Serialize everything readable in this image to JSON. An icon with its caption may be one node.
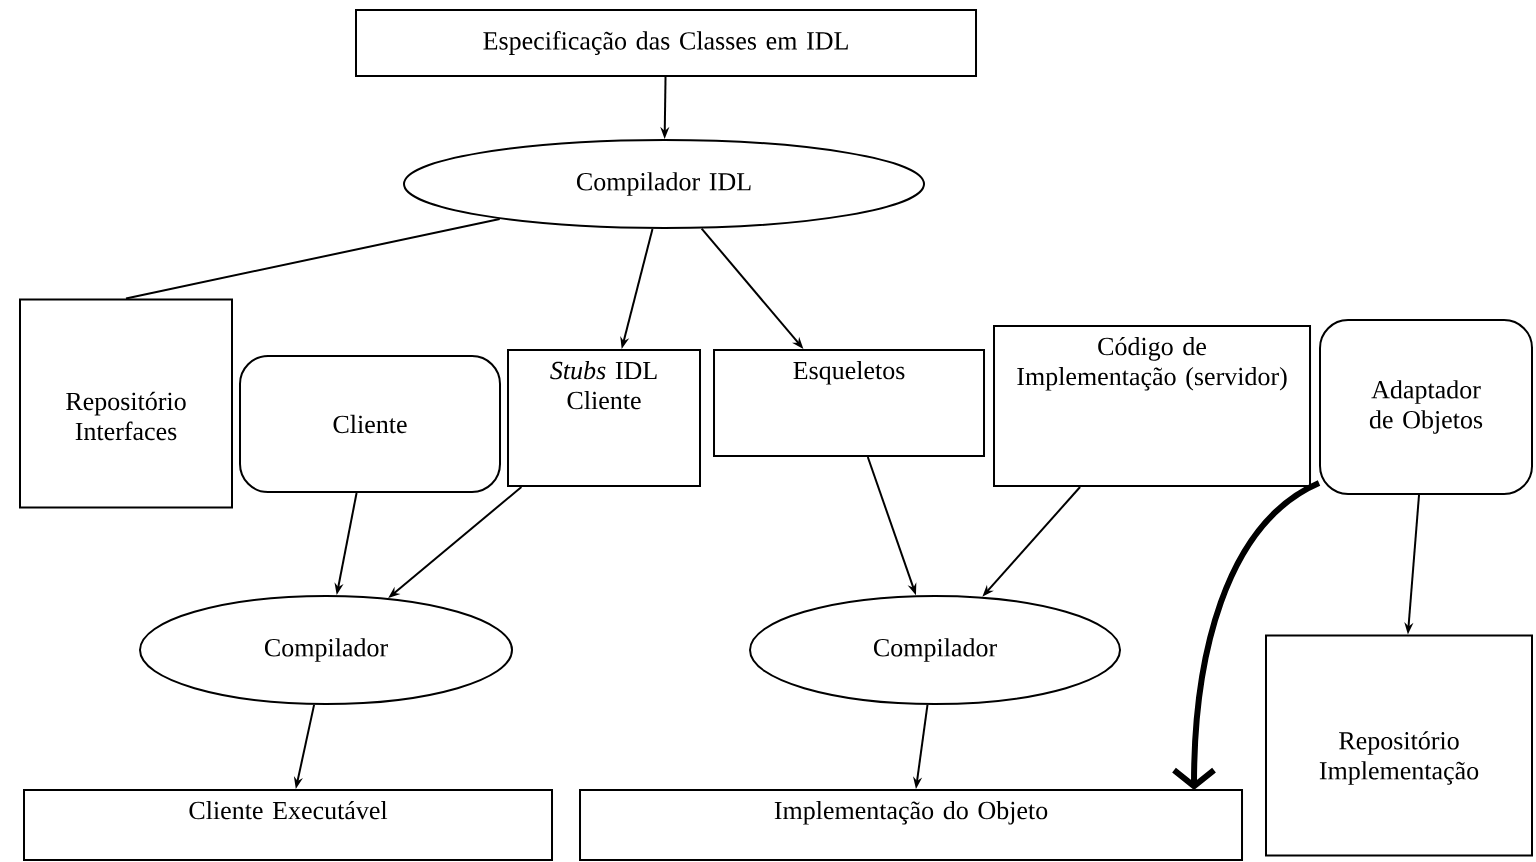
{
  "diagram": {
    "nodes": [
      {
        "text": [
          "Especificação das Classes em IDL"
        ]
      },
      {
        "text": [
          "Compilador IDL"
        ]
      },
      {
        "text": [
          "Repositório Interfaces"
        ]
      },
      {
        "text": [
          "Cliente"
        ]
      },
      {
        "text": [
          "*Stubs* IDL Cliente"
        ]
      },
      {
        "text": [
          "Esqueletos"
        ]
      },
      {
        "text": [
          "Código de Implementação (servidor)"
        ]
      },
      {
        "text": [
          "Adaptador de Objetos"
        ]
      },
      {
        "text": [
          "Compilador"
        ]
      },
      {
        "text": [
          "Compilador"
        ]
      },
      {
        "text": [
          "Repositório Implementação"
        ]
      },
      {
        "text": [
          "Cliente Executável"
        ]
      },
      {
        "text": [
          "Implementação do Objeto"
        ]
      }
    ],
    "edges": [
      {
        "from": 0,
        "to": 1,
        "arrow": "to"
      },
      {
        "from": 1,
        "to": 2,
        "arrow": "none"
      },
      {
        "from": 1,
        "to": 4,
        "arrow": "to"
      },
      {
        "from": 1,
        "to": 5,
        "arrow": "to"
      },
      {
        "from": 3,
        "to": 8,
        "arrow": "to"
      },
      {
        "from": 4,
        "to": 8,
        "arrow": "to"
      },
      {
        "from": 5,
        "to": 9,
        "arrow": "to"
      },
      {
        "from": 6,
        "to": 9,
        "arrow": "to"
      },
      {
        "from": 7,
        "to": 10,
        "arrow": "to"
      },
      {
        "from": 7,
        "to": 12,
        "arrow": "to",
        "style": "thick"
      },
      {
        "from": 8,
        "to": 11,
        "arrow": "to"
      },
      {
        "from": 9,
        "to": 12,
        "arrow": "to"
      }
    ]
  }
}
